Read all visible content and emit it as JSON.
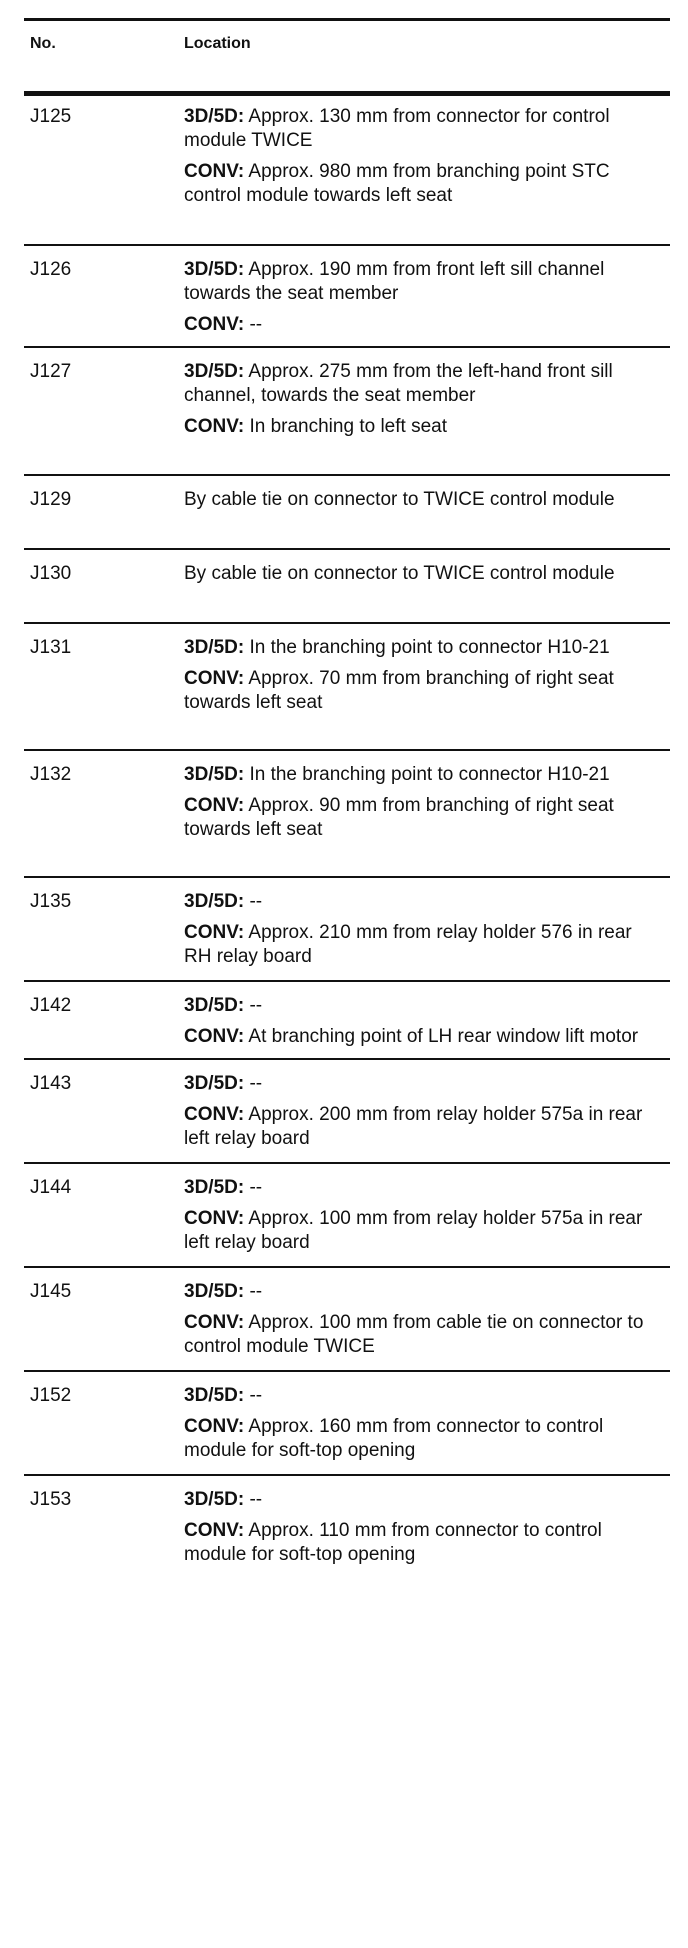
{
  "header": {
    "col_no": "No.",
    "col_location": "Location"
  },
  "rows": [
    {
      "no": "J125",
      "lines": [
        {
          "label": "3D/5D:",
          "text": " Approx. 130 mm from connector for control module TWICE"
        },
        {
          "label": "CONV:",
          "text": " Approx. 980 mm from branching point STC control module towards left seat"
        }
      ]
    },
    {
      "no": "J126",
      "lines": [
        {
          "label": "3D/5D:",
          "text": " Approx. 190 mm from front left sill channel towards the seat member"
        },
        {
          "label": "CONV:",
          "text": " --"
        }
      ]
    },
    {
      "no": "J127",
      "lines": [
        {
          "label": "3D/5D:",
          "text": " Approx. 275 mm from the left-hand front sill channel, towards the seat member"
        },
        {
          "label": "CONV:",
          "text": " In branching to left seat"
        }
      ]
    },
    {
      "no": "J129",
      "lines": [
        {
          "label": "",
          "text": "By cable tie on connector to TWICE control module"
        }
      ]
    },
    {
      "no": "J130",
      "lines": [
        {
          "label": "",
          "text": "By cable tie on connector to TWICE control module"
        }
      ]
    },
    {
      "no": "J131",
      "lines": [
        {
          "label": "3D/5D:",
          "text": " In the branching point to connector H10-21"
        },
        {
          "label": "CONV:",
          "text": " Approx. 70 mm from branching of right seat towards left seat"
        }
      ]
    },
    {
      "no": "J132",
      "lines": [
        {
          "label": "3D/5D:",
          "text": " In the branching point to connector H10-21"
        },
        {
          "label": "CONV:",
          "text": " Approx. 90 mm from branching of right seat towards left seat"
        }
      ]
    },
    {
      "no": "J135",
      "lines": [
        {
          "label": "3D/5D:",
          "text": " --"
        },
        {
          "label": "CONV:",
          "text": " Approx. 210 mm from relay holder 576 in rear RH relay board"
        }
      ]
    },
    {
      "no": "J142",
      "lines": [
        {
          "label": "3D/5D:",
          "text": " --"
        },
        {
          "label": "CONV:",
          "text": " At branching point of LH rear window lift motor"
        }
      ]
    },
    {
      "no": "J143",
      "lines": [
        {
          "label": "3D/5D:",
          "text": " --"
        },
        {
          "label": "CONV:",
          "text": " Approx. 200 mm from relay holder 575a in rear left relay board"
        }
      ]
    },
    {
      "no": "J144",
      "lines": [
        {
          "label": "3D/5D:",
          "text": " --"
        },
        {
          "label": "CONV:",
          "text": " Approx. 100 mm from relay holder 575a in rear left relay board"
        }
      ]
    },
    {
      "no": "J145",
      "lines": [
        {
          "label": "3D/5D:",
          "text": " --"
        },
        {
          "label": "CONV:",
          "text": " Approx. 100 mm from cable tie on connector to control module TWICE"
        }
      ]
    },
    {
      "no": "J152",
      "lines": [
        {
          "label": "3D/5D:",
          "text": " --"
        },
        {
          "label": "CONV:",
          "text": " Approx. 160 mm from connector to control module for soft-top opening"
        }
      ]
    },
    {
      "no": "J153",
      "lines": [
        {
          "label": "3D/5D:",
          "text": " --"
        },
        {
          "label": "CONV:",
          "text": " Approx. 110 mm from connector to control module for soft-top opening"
        }
      ]
    }
  ]
}
